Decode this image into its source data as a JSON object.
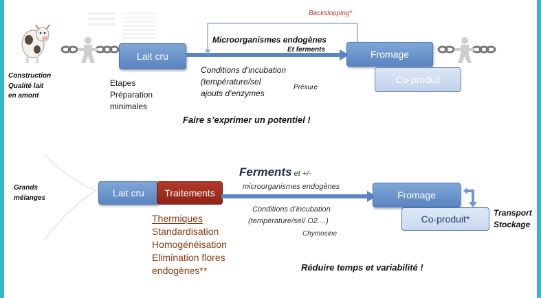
{
  "top": {
    "backslopping": "Backslopping*",
    "lait_cru": "Lait cru",
    "fromage": "Fromage",
    "coproduit": "Co-produit",
    "microorganismes": "Microorganismes endogènes",
    "et_ferments": "Et ferments",
    "conditions": [
      "Conditions d’incubation",
      "(température/sel",
      "ajouts d’enzymes"
    ],
    "presure": "Présure",
    "etapes": [
      "Etapes",
      "Préparation",
      "minimales"
    ],
    "construction": [
      "Construction",
      "Qualité lait",
      "en amont"
    ],
    "slogan": "Faire s’exprimer un potentiel !"
  },
  "bottom": {
    "grands": [
      "Grands",
      "mélanges"
    ],
    "lait_cru": "Lait cru",
    "traitements": "Traitements",
    "ferments": "Ferments",
    "ferments_suffix": " et +/-",
    "microorganismes": "microorganismes endogènes",
    "conditions": [
      "Conditions d’incubation",
      "(température/sel/ O2....)"
    ],
    "chymosine": "Chymosine",
    "fromage": "Fromage",
    "coproduit": "Co-produit*",
    "transport": [
      "Transport",
      "Stockage"
    ],
    "traitements_list": [
      "Thermiques",
      "Standardisation",
      "Homogénéisation",
      "Elimination flores",
      "endogènes**"
    ],
    "slogan": "Réduire temps  et variabilité !"
  },
  "colors": {
    "box_blue": "#6f97cf",
    "box_red": "#a3301f",
    "brown_text": "#8b3a10",
    "backslopping": "#c0392b",
    "border": "#35b8c9"
  },
  "icons": [
    "cow-icon",
    "chain-figure-icon"
  ]
}
